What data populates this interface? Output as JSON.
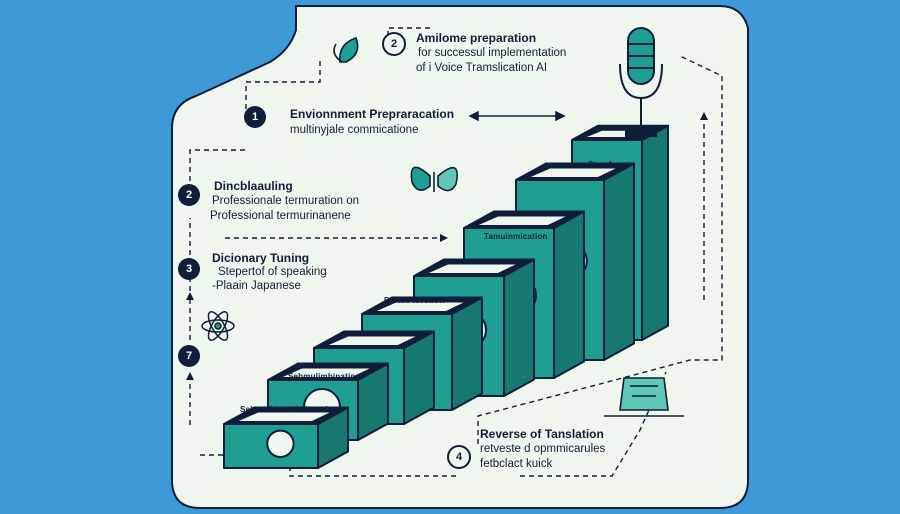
{
  "colors": {
    "background": "#3d9ad6",
    "panel": "#eef6ee",
    "navy": "#0f1e3a",
    "teal": "#1f9f92",
    "teal_dark": "#16786f",
    "teal_light": "#5fc9b6"
  },
  "blocks": [
    {
      "number": "2",
      "lines": [
        "Amilome preparation",
        "for successul implementation",
        "of i Voice Tramslication AI"
      ]
    },
    {
      "number": "1",
      "lines": [
        "Envionnment Prepraracation",
        "multinyjale commicatione"
      ]
    },
    {
      "number": "2",
      "lines": [
        "Dincblaauling",
        "Professionale termuration on",
        "Professional termurinanene"
      ]
    },
    {
      "number": "3",
      "lines": [
        "Dicionary Tuning",
        "Stepertof of speaking",
        "-Plaain Japanese"
      ]
    },
    {
      "number": "7",
      "lines": []
    },
    {
      "number": "4",
      "lines": [
        "Reverse of Tanslation",
        "retveste d opmmicarules",
        "fetbclact kuick"
      ]
    }
  ],
  "stair_labels": [
    "Sebmulition ofmisuation",
    "Sebmulimbination",
    "Dernie Isestion",
    "Tamuinmication",
    "Stap 1"
  ],
  "icons": [
    "leaf-icon",
    "microphone-icon",
    "butterfly-icon",
    "atom-icon",
    "globe-icon",
    "chip-icon"
  ]
}
